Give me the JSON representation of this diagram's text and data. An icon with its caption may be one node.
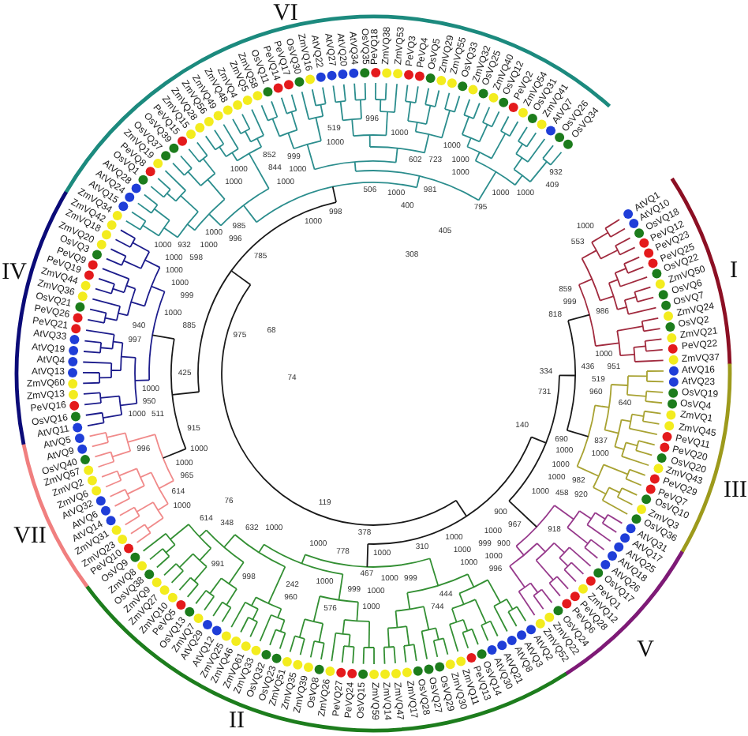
{
  "diagram": {
    "labels": [
      "VI",
      "IV",
      "I",
      "III",
      "VII",
      "V",
      "II",
      "AtVQ13",
      "AtVQ4",
      "AtVQ19",
      "AtVQ33",
      "PeVQ21",
      "PeVQ26",
      "OsVQ21",
      "ZmVQ36",
      "ZmVQ44",
      "PeVQ19",
      "PeVQ9",
      "OsVQ3",
      "ZmVQ20",
      "ZmVQ18",
      "ZmVQ42",
      "ZmVQ34",
      "AtVQ15",
      "AtVQ24",
      "AtVQ28",
      "OsVQ1",
      "PeVQ8",
      "ZmVQ19",
      "OsVQ37",
      "OsVQ39",
      "PeVQ15",
      "ZmVQ15",
      "ZmVQ28",
      "ZmVQ56",
      "ZmVQ49",
      "ZmVQ48",
      "ZmVQ4",
      "ZmVQ5",
      "ZmVQ58",
      "OsVQ11",
      "PeVQ14",
      "PeVQ17",
      "OsVQ30",
      "ZmVQ16",
      "AtVQ22",
      "AtVQ27",
      "AtVQ20",
      "AtVQ34",
      "OsVQ35",
      "PeVQ18",
      "ZmVQ38",
      "ZmVQ53",
      "PeVQ3",
      "PeVQ4",
      "OsVQ5",
      "ZmVQ29",
      "ZmVQ55",
      "OsVQ33",
      "ZmVQ32",
      "OsVQ25",
      "ZmVQ40",
      "OsVQ12",
      "PeVQ2",
      "ZmVQ54",
      "OsVQ31",
      "ZmVQ41",
      "AtVQ7",
      "OsVQ26",
      "OsVQ34",
      "AtVQ1",
      "AtVQ10",
      "OsVQ18",
      "PeVQ12",
      "PeVQ23",
      "PeVQ25",
      "OsVQ22",
      "ZmVQ50",
      "OsVQ6",
      "OsVQ7",
      "ZmVQ24",
      "OsVQ2",
      "ZmVQ21",
      "PeVQ22",
      "ZmVQ37",
      "AtVQ16",
      "ZmVQ60",
      "ZmVQ13",
      "PeVQ16",
      "OsVQ16",
      "AtVQ11",
      "AtVQ5",
      "AtVQ9",
      "OsVQ40",
      "ZmVQ57",
      "ZmVQ2",
      "ZmVQ6",
      "AtVQ32",
      "AtVQ6",
      "AtVQ14",
      "ZmVQ31",
      "ZmVQ23",
      "PeVQ10",
      "OsVQ9",
      "ZmVQ8",
      "OsVQ38",
      "ZmVQ9",
      "ZmVQ27",
      "ZmVQ10",
      "PeVQ5",
      "OsVQ13",
      "ZmVQ7",
      "AtVQ29",
      "AtVQ12",
      "ZmVQ25",
      "ZmVQ46",
      "ZmVQ61",
      "ZmVQ33",
      "OsVQ32",
      "OsVQ23",
      "ZmVQ51",
      "ZmVQ35",
      "ZmVQ39",
      "OsVQ8",
      "ZmVQ26",
      "PeVQ27",
      "PeVQ24",
      "OsVQ15",
      "ZmVQ59",
      "ZmVQ14",
      "ZmVQ47",
      "ZmVQ17",
      "OsVQ28",
      "OsVQ27",
      "OsVQ29",
      "ZmVQ30",
      "ZmVQ11",
      "PeVQ13",
      "OsVQ14",
      "AtVQ30",
      "AtVQ21",
      "AtVQ8",
      "AtVQ3",
      "AtVQ2",
      "ZmVQ52",
      "ZmVQ22",
      "OsVQ24",
      "PeVQ6",
      "PeVQ28",
      "ZmVQ12",
      "PeVQ1",
      "OsVQ17",
      "AtVQ26",
      "AtVQ18",
      "AtVQ25",
      "AtVQ17",
      "AtVQ31",
      "OsVQ36",
      "ZmVQ3",
      "OsVQ10",
      "PeVQ7",
      "PeVQ29",
      "ZmVQ43",
      "OsVQ20",
      "PeVQ20",
      "PeVQ11",
      "ZmVQ45",
      "ZmVQ1",
      "OsVQ4",
      "OsVQ19",
      "AtVQ23",
      "1000",
      "1000",
      "996",
      "1000",
      "999",
      "519",
      "602",
      "1000",
      "1000",
      "1000",
      "723",
      "1000",
      "1000",
      "852",
      "844",
      "981",
      "1000",
      "932",
      "1000",
      "1000",
      "1000",
      "1000",
      "409",
      "985",
      "1000",
      "506",
      "795",
      "1000",
      "998",
      "932",
      "400",
      "1000",
      "996",
      "1000",
      "598",
      "405",
      "1000",
      "1000",
      "785",
      "308",
      "553",
      "1000",
      "999",
      "986",
      "999",
      "1000",
      "818",
      "859",
      "1000",
      "940",
      "885",
      "68",
      "997",
      "975",
      "951",
      "519",
      "436",
      "960",
      "950",
      "425",
      "334",
      "640",
      "74",
      "1000",
      "1000",
      "731",
      "837",
      "1000",
      "1000",
      "511",
      "996",
      "915",
      "140",
      "1000",
      "690",
      "982",
      "1000",
      "965",
      "920",
      "1000",
      "1000",
      "458",
      "918",
      "1000",
      "1000",
      "967",
      "614",
      "76",
      "119",
      "348",
      "900",
      "900",
      "378",
      "1000",
      "1000",
      "632",
      "310",
      "996",
      "999",
      "991",
      "998",
      "467",
      "242",
      "1000",
      "1000",
      "1000",
      "614",
      "960",
      "999",
      "444",
      "576",
      "999",
      "744",
      "1000",
      "1000",
      "1000",
      "1000",
      "1000",
      "778",
      "1000",
      "1000"
    ]
  }
}
